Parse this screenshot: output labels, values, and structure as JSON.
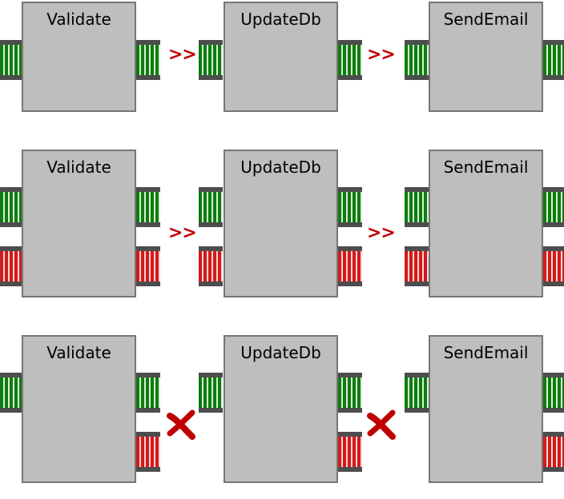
{
  "rows": [
    {
      "nodes": [
        "Validate",
        "UpdateDb",
        "SendEmail"
      ],
      "connectors": [
        ">>",
        ">>"
      ],
      "tracks": [
        "success"
      ]
    },
    {
      "nodes": [
        "Validate",
        "UpdateDb",
        "SendEmail"
      ],
      "connectors": [
        ">>",
        ">>"
      ],
      "tracks": [
        "success",
        "failure"
      ]
    },
    {
      "nodes": [
        "Validate",
        "UpdateDb",
        "SendEmail"
      ],
      "connectors": [
        "cross-icon",
        "cross-icon"
      ],
      "tracks": [
        "success",
        "failure"
      ]
    }
  ],
  "colors": {
    "node_fill": "#bebebe",
    "success_track": "#0e7c0e",
    "failure_track": "#d31a1a",
    "connector": "#c00000"
  }
}
